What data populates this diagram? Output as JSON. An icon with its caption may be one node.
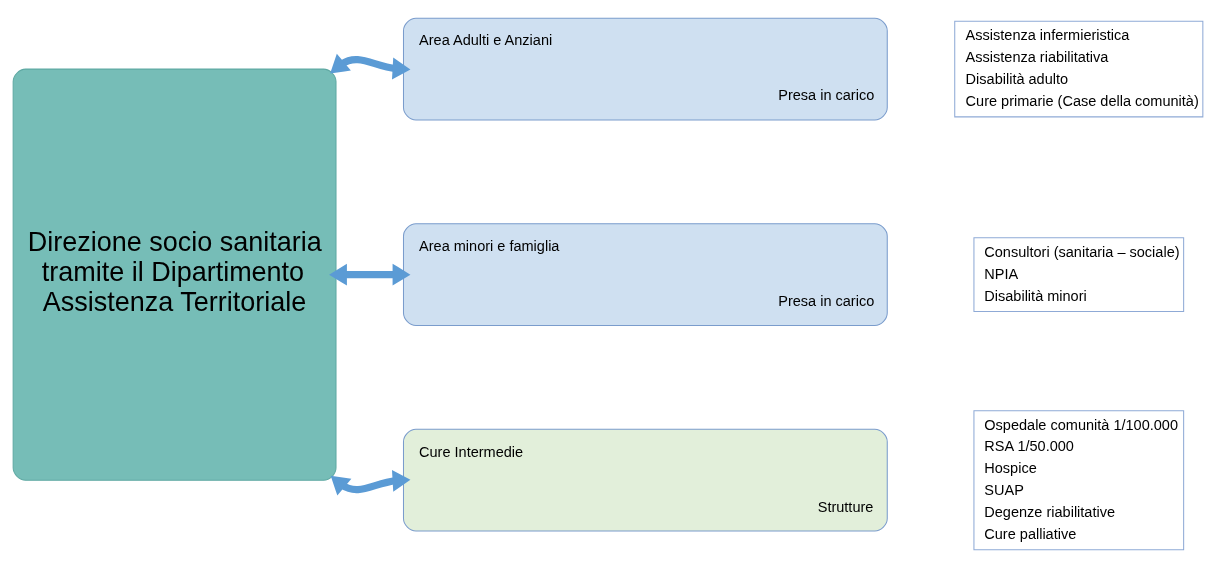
{
  "diagram": {
    "nodes": [
      {
        "text": [
          "Direzione socio sanitaria tramite il Dipartimento Assistenza Territoriale"
        ]
      },
      {
        "text": [
          "Area Adulti e Anziani",
          "Presa in carico"
        ]
      },
      {
        "text": [
          "Area minori e famiglia",
          "Presa in carico"
        ]
      },
      {
        "text": [
          "Cure Intermedie",
          "Strutture"
        ]
      },
      {
        "text": [
          "Assistenza infermieristica",
          "Assistenza riabilitativa",
          "Disabilità adulto",
          "Cure primarie (Case della comunità)"
        ]
      },
      {
        "text": [
          "Consultori (sanitaria – sociale)",
          "NPIA",
          "Disabilità minori"
        ]
      },
      {
        "text": [
          "Ospedale comunità 1/100.000",
          "RSA 1/50.000",
          "Hospice",
          "SUAP",
          "Degenze riabilitative",
          "Cure palliative"
        ]
      }
    ],
    "edges": [
      {
        "from": 0,
        "to": 1,
        "arrow": "both"
      },
      {
        "from": 0,
        "to": 2,
        "arrow": "both"
      },
      {
        "from": 0,
        "to": 3,
        "arrow": "both"
      }
    ]
  }
}
